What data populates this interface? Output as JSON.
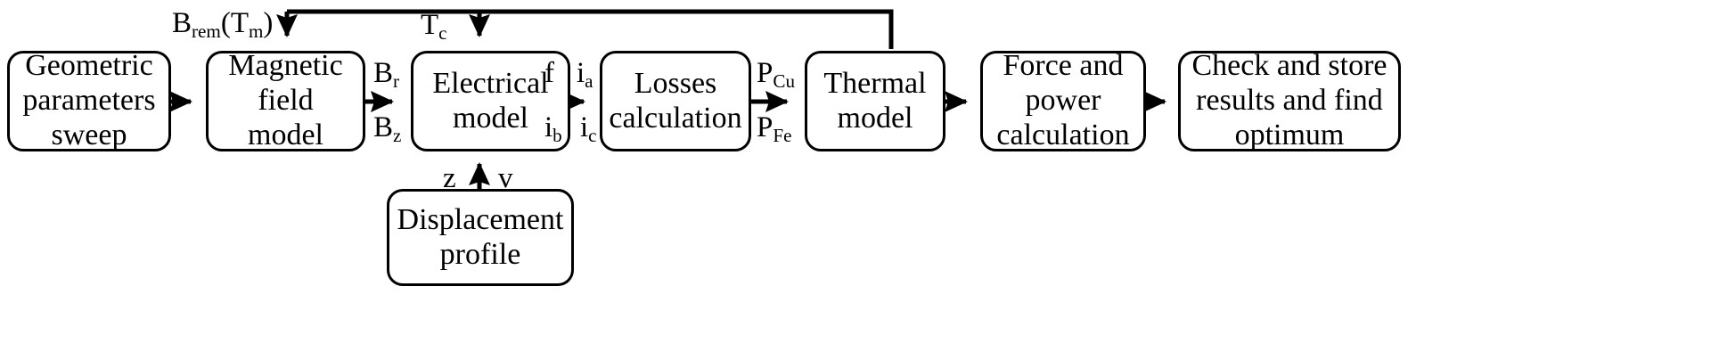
{
  "diagram": {
    "title": "Simulation workflow block diagram",
    "type": "flowchart",
    "stroke_color": "#000000",
    "background_color": "#ffffff",
    "nodes": [
      {
        "id": "geometric-parameters-sweep",
        "label": "Geometric\nparameters\nsweep"
      },
      {
        "id": "magnetic-field-model",
        "label": "Magnetic\nfield model"
      },
      {
        "id": "electrical-model",
        "label": "Electrical\nmodel"
      },
      {
        "id": "losses-calculation",
        "label": "Losses\ncalculation"
      },
      {
        "id": "thermal-model",
        "label": "Thermal\nmodel"
      },
      {
        "id": "force-and-power-calculation",
        "label": "Force and\npower\ncalculation"
      },
      {
        "id": "check-and-store-results",
        "label": "Check and store\nresults and find\noptimum"
      },
      {
        "id": "displacement-profile",
        "label": "Displacement\nprofile"
      }
    ],
    "edge_labels": {
      "b_rem": {
        "base": "B",
        "sub": "rem",
        "tail": "(T",
        "tail_sub": "m",
        "tail_end": ")"
      },
      "t_c": {
        "base": "T",
        "sub": "c"
      },
      "b_r": {
        "base": "B",
        "sub": "r"
      },
      "b_z": {
        "base": "B",
        "sub": "z"
      },
      "f": {
        "base": "f",
        "sub": ""
      },
      "i_a": {
        "base": "i",
        "sub": "a"
      },
      "i_b": {
        "base": "i",
        "sub": "b"
      },
      "i_c": {
        "base": "i",
        "sub": "c"
      },
      "p_cu": {
        "base": "P",
        "sub": "Cu"
      },
      "p_fe": {
        "base": "P",
        "sub": "Fe"
      },
      "z": {
        "base": "z",
        "sub": ""
      },
      "v": {
        "base": "v",
        "sub": ""
      }
    }
  }
}
